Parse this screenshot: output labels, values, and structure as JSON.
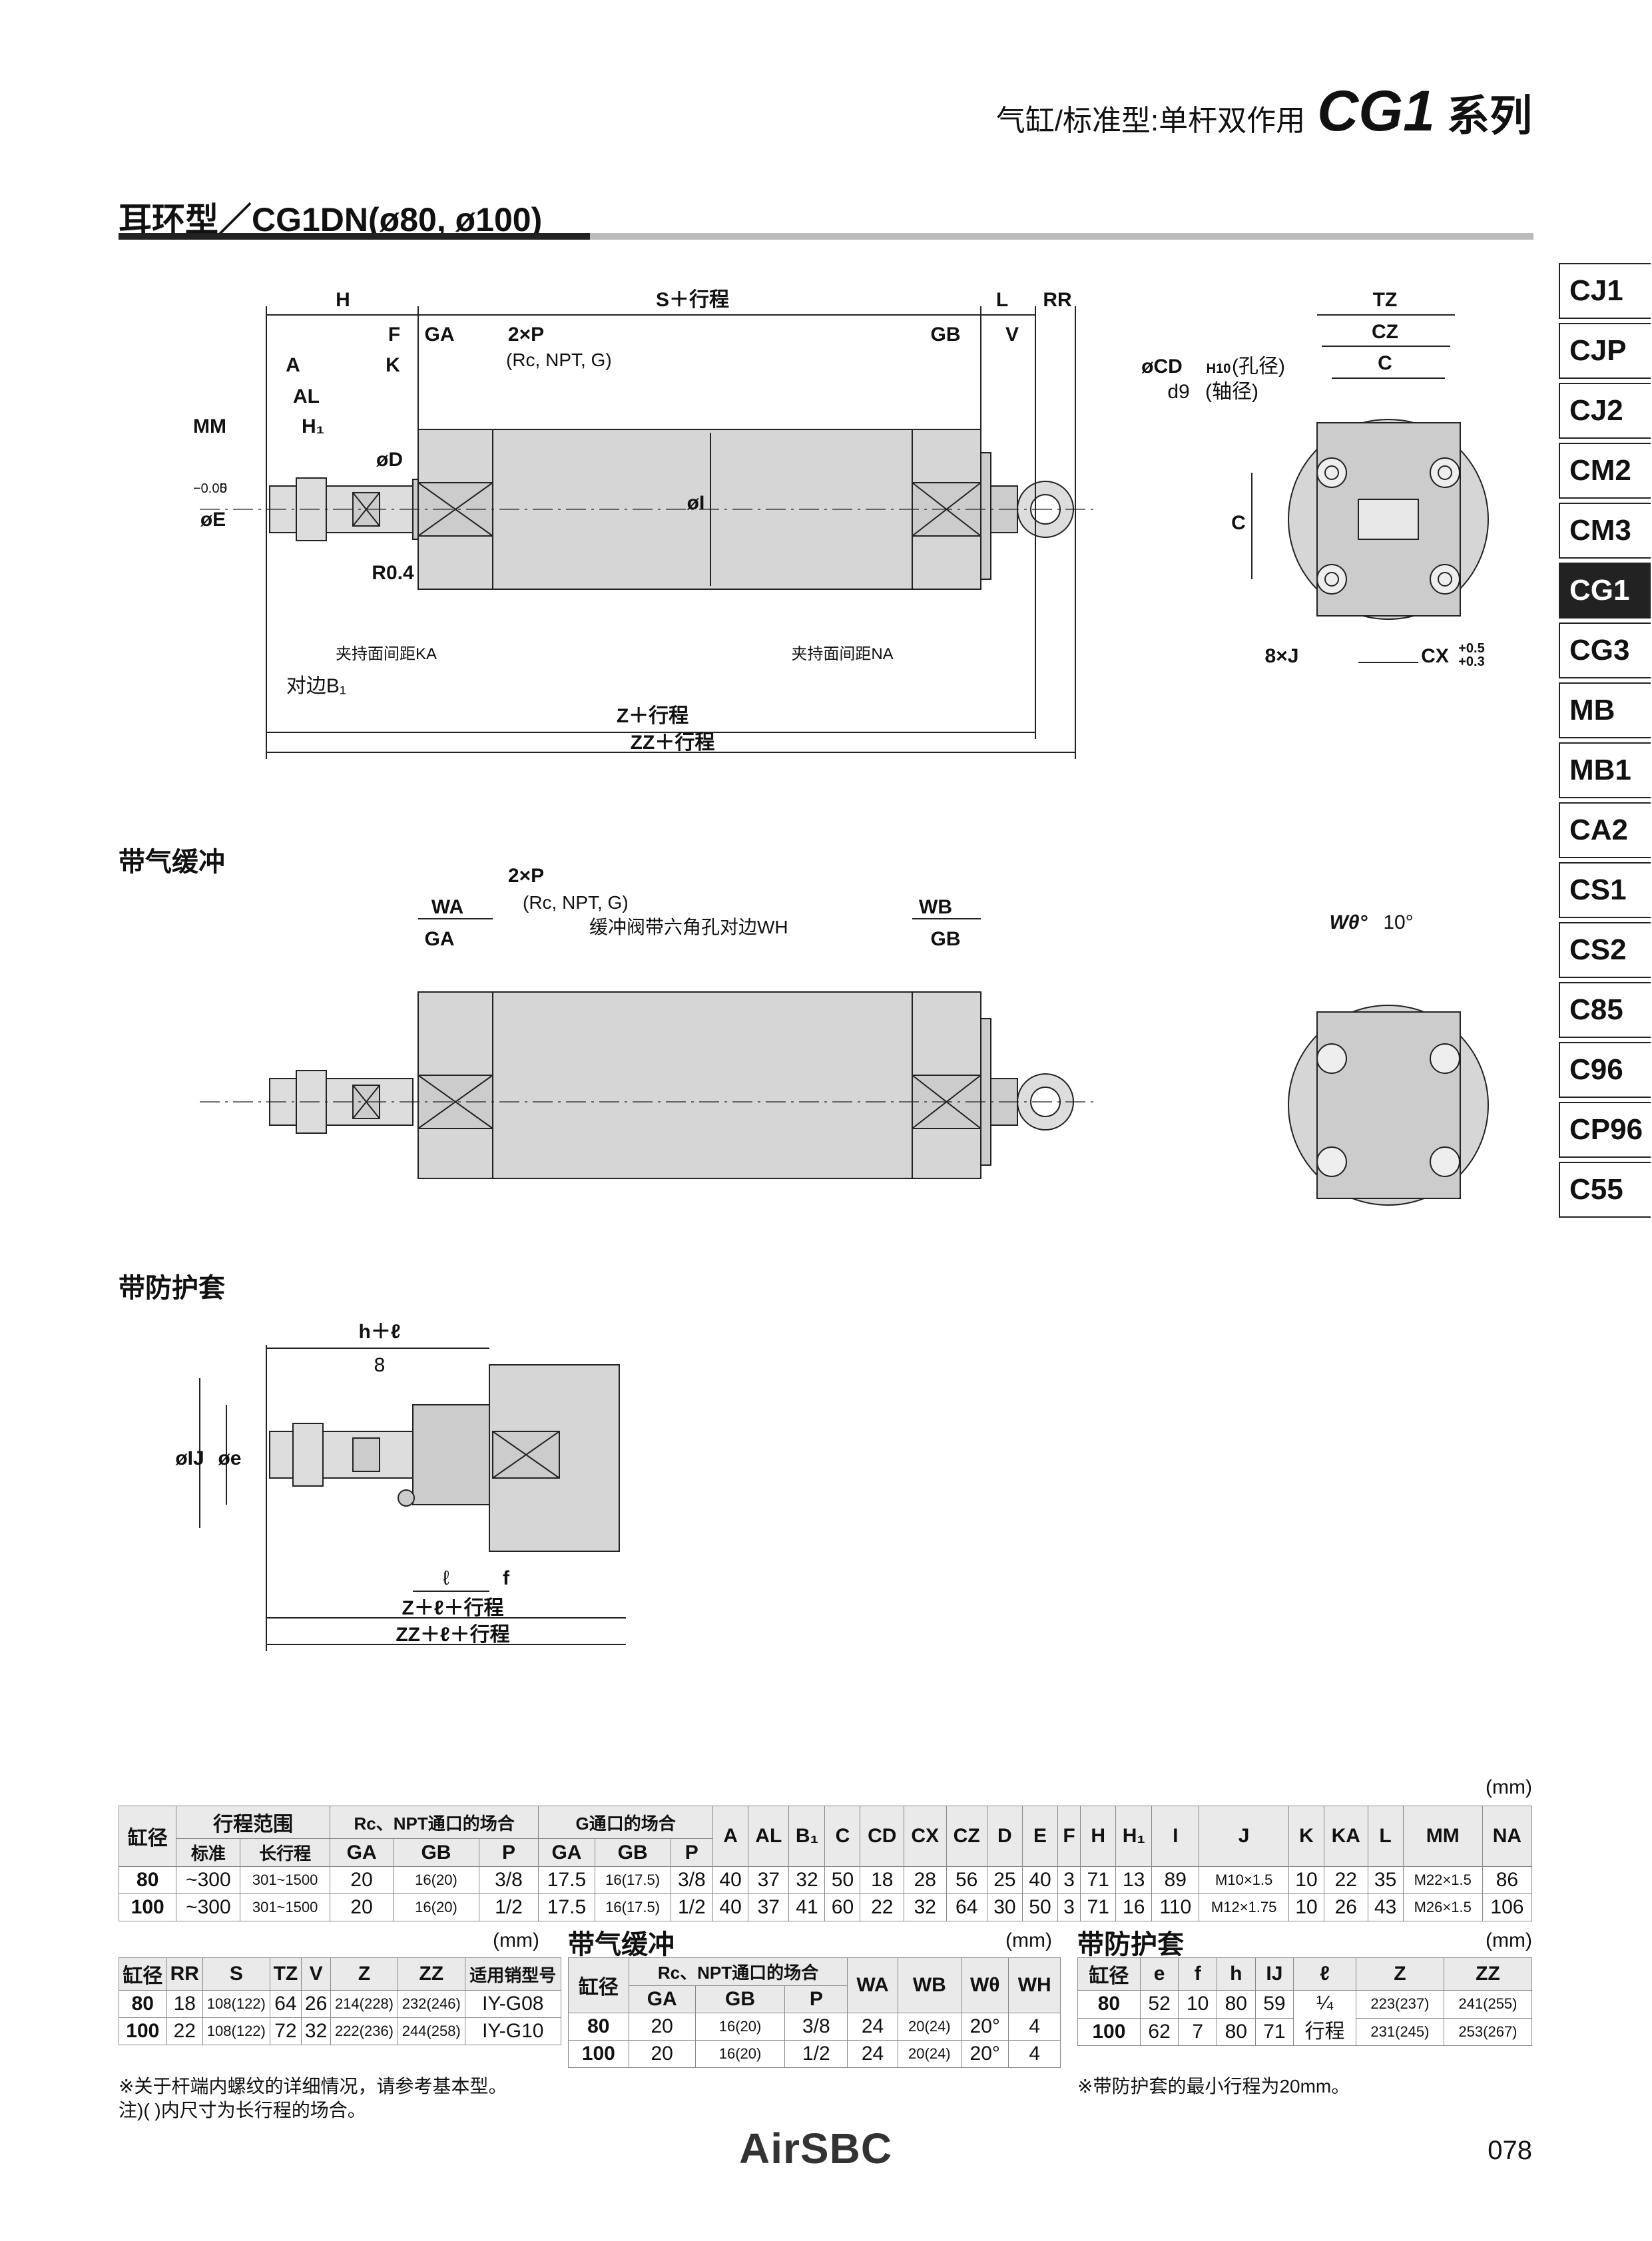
{
  "header": {
    "subtitle": "气缸/标准型:单杆双作用",
    "series_code": "CG1",
    "series_word": "系列"
  },
  "section_title": "耳环型／CG1DN(ø80, ø100)",
  "side_tabs": [
    "CJ1",
    "CJP",
    "CJ2",
    "CM2",
    "CM3",
    "CG1",
    "CG3",
    "MB",
    "MB1",
    "CA2",
    "CS1",
    "CS2",
    "C85",
    "C96",
    "CP96",
    "C55"
  ],
  "active_tab": "CG1",
  "drawing_main": {
    "labels": {
      "H": "H",
      "S_stroke": "S＋行程",
      "L": "L",
      "RR": "RR",
      "F": "F",
      "GA": "GA",
      "GB": "GB",
      "V": "V",
      "A": "A",
      "K": "K",
      "AL": "AL",
      "MM": "MM",
      "H1": "H₁",
      "D": "øD",
      "I": "øI",
      "E": "øE",
      "E_tol_hi": "0",
      "E_tol_lo": "−0.05",
      "P": "2×P",
      "P_thread": "(Rc, NPT, G)",
      "CD": "øCD",
      "CD_fit": "H10",
      "CD_hole": "(孔径)",
      "d9": "d9",
      "d9_shaft": "(轴径)",
      "R04": "R0.4",
      "KA": "夹持面间距KA",
      "NA": "夹持面间距NA",
      "B1": "对边B₁",
      "Z": "Z＋行程",
      "ZZ": "ZZ＋行程",
      "TZ": "TZ",
      "CZ": "CZ",
      "C": "C",
      "J": "8×J",
      "CX": "CX",
      "CX_tol_hi": "+0.5",
      "CX_tol_lo": "+0.3"
    }
  },
  "section_cushion": {
    "title": "带气缓冲",
    "labels": {
      "P": "2×P",
      "P_thread": "(Rc, NPT, G)",
      "WA": "WA",
      "GA": "GA",
      "WB": "WB",
      "GB": "GB",
      "WH": "缓冲阀带六角孔对边WH",
      "Wtheta": "Wθ°",
      "deg10": "10°"
    }
  },
  "section_boot": {
    "title": "带防护套",
    "labels": {
      "h": "h＋ℓ",
      "eight": "8",
      "IJ": "øIJ",
      "e": "øe",
      "l": "ℓ",
      "f": "f",
      "Z": "Z＋ℓ＋行程",
      "ZZ": "ZZ＋ℓ＋行程"
    }
  },
  "table_main": {
    "unit": "(mm)",
    "headers": {
      "bore": "缸径",
      "stroke_range": "行程范围",
      "std": "标准",
      "long": "长行程",
      "rc_npt": "Rc、NPT通口的场合",
      "g_port": "G通口的场合",
      "GA": "GA",
      "GB": "GB",
      "P": "P",
      "cols": [
        "A",
        "AL",
        "B₁",
        "C",
        "CD",
        "CX",
        "CZ",
        "D",
        "E",
        "F",
        "H",
        "H₁",
        "I",
        "J",
        "K",
        "KA",
        "L",
        "MM",
        "NA"
      ]
    },
    "rows": [
      [
        "80",
        "~300",
        "301~1500",
        "20",
        "16(20)",
        "3/8",
        "17.5",
        "16(17.5)",
        "3/8",
        "40",
        "37",
        "32",
        "50",
        "18",
        "28",
        "56",
        "25",
        "40",
        "3",
        "71",
        "13",
        "89",
        "M10×1.5",
        "10",
        "22",
        "35",
        "M22×1.5",
        "86"
      ],
      [
        "100",
        "~300",
        "301~1500",
        "20",
        "16(20)",
        "1/2",
        "17.5",
        "16(17.5)",
        "1/2",
        "40",
        "37",
        "41",
        "60",
        "22",
        "32",
        "64",
        "30",
        "50",
        "3",
        "71",
        "16",
        "110",
        "M12×1.75",
        "10",
        "26",
        "43",
        "M26×1.5",
        "106"
      ]
    ]
  },
  "table_rr": {
    "unit": "(mm)",
    "headers": [
      "缸径",
      "RR",
      "S",
      "TZ",
      "V",
      "Z",
      "ZZ",
      "适用销型号"
    ],
    "rows": [
      [
        "80",
        "18",
        "108(122)",
        "64",
        "26",
        "214(228)",
        "232(246)",
        "IY-G08"
      ],
      [
        "100",
        "22",
        "108(122)",
        "72",
        "32",
        "222(236)",
        "244(258)",
        "IY-G10"
      ]
    ]
  },
  "table_cushion": {
    "title": "带气缓冲",
    "unit": "(mm)",
    "headers": {
      "bore": "缸径",
      "rc_npt": "Rc、NPT通口的场合",
      "GA": "GA",
      "GB": "GB",
      "P": "P",
      "WA": "WA",
      "WB": "WB",
      "Wtheta": "Wθ",
      "WH": "WH"
    },
    "rows": [
      [
        "80",
        "20",
        "16(20)",
        "3/8",
        "24",
        "20(24)",
        "20°",
        "4"
      ],
      [
        "100",
        "20",
        "16(20)",
        "1/2",
        "24",
        "20(24)",
        "20°",
        "4"
      ]
    ]
  },
  "table_boot": {
    "title": "带防护套",
    "unit": "(mm)",
    "headers": [
      "缸径",
      "e",
      "f",
      "h",
      "IJ",
      "ℓ",
      "Z",
      "ZZ"
    ],
    "l_value": "¼",
    "l_value2": "行程",
    "rows": [
      [
        "80",
        "52",
        "10",
        "80",
        "59",
        "223(237)",
        "241(255)"
      ],
      [
        "100",
        "62",
        "7",
        "80",
        "71",
        "231(245)",
        "253(267)"
      ]
    ]
  },
  "notes": {
    "n1": "※关于杆端内螺纹的详细情况，请参考基本型。",
    "n2": "注)(  )内尺寸为长行程的场合。",
    "n3": "※带防护套的最小行程为20mm。"
  },
  "footer": {
    "logo": "AirSBC",
    "page": "078"
  }
}
